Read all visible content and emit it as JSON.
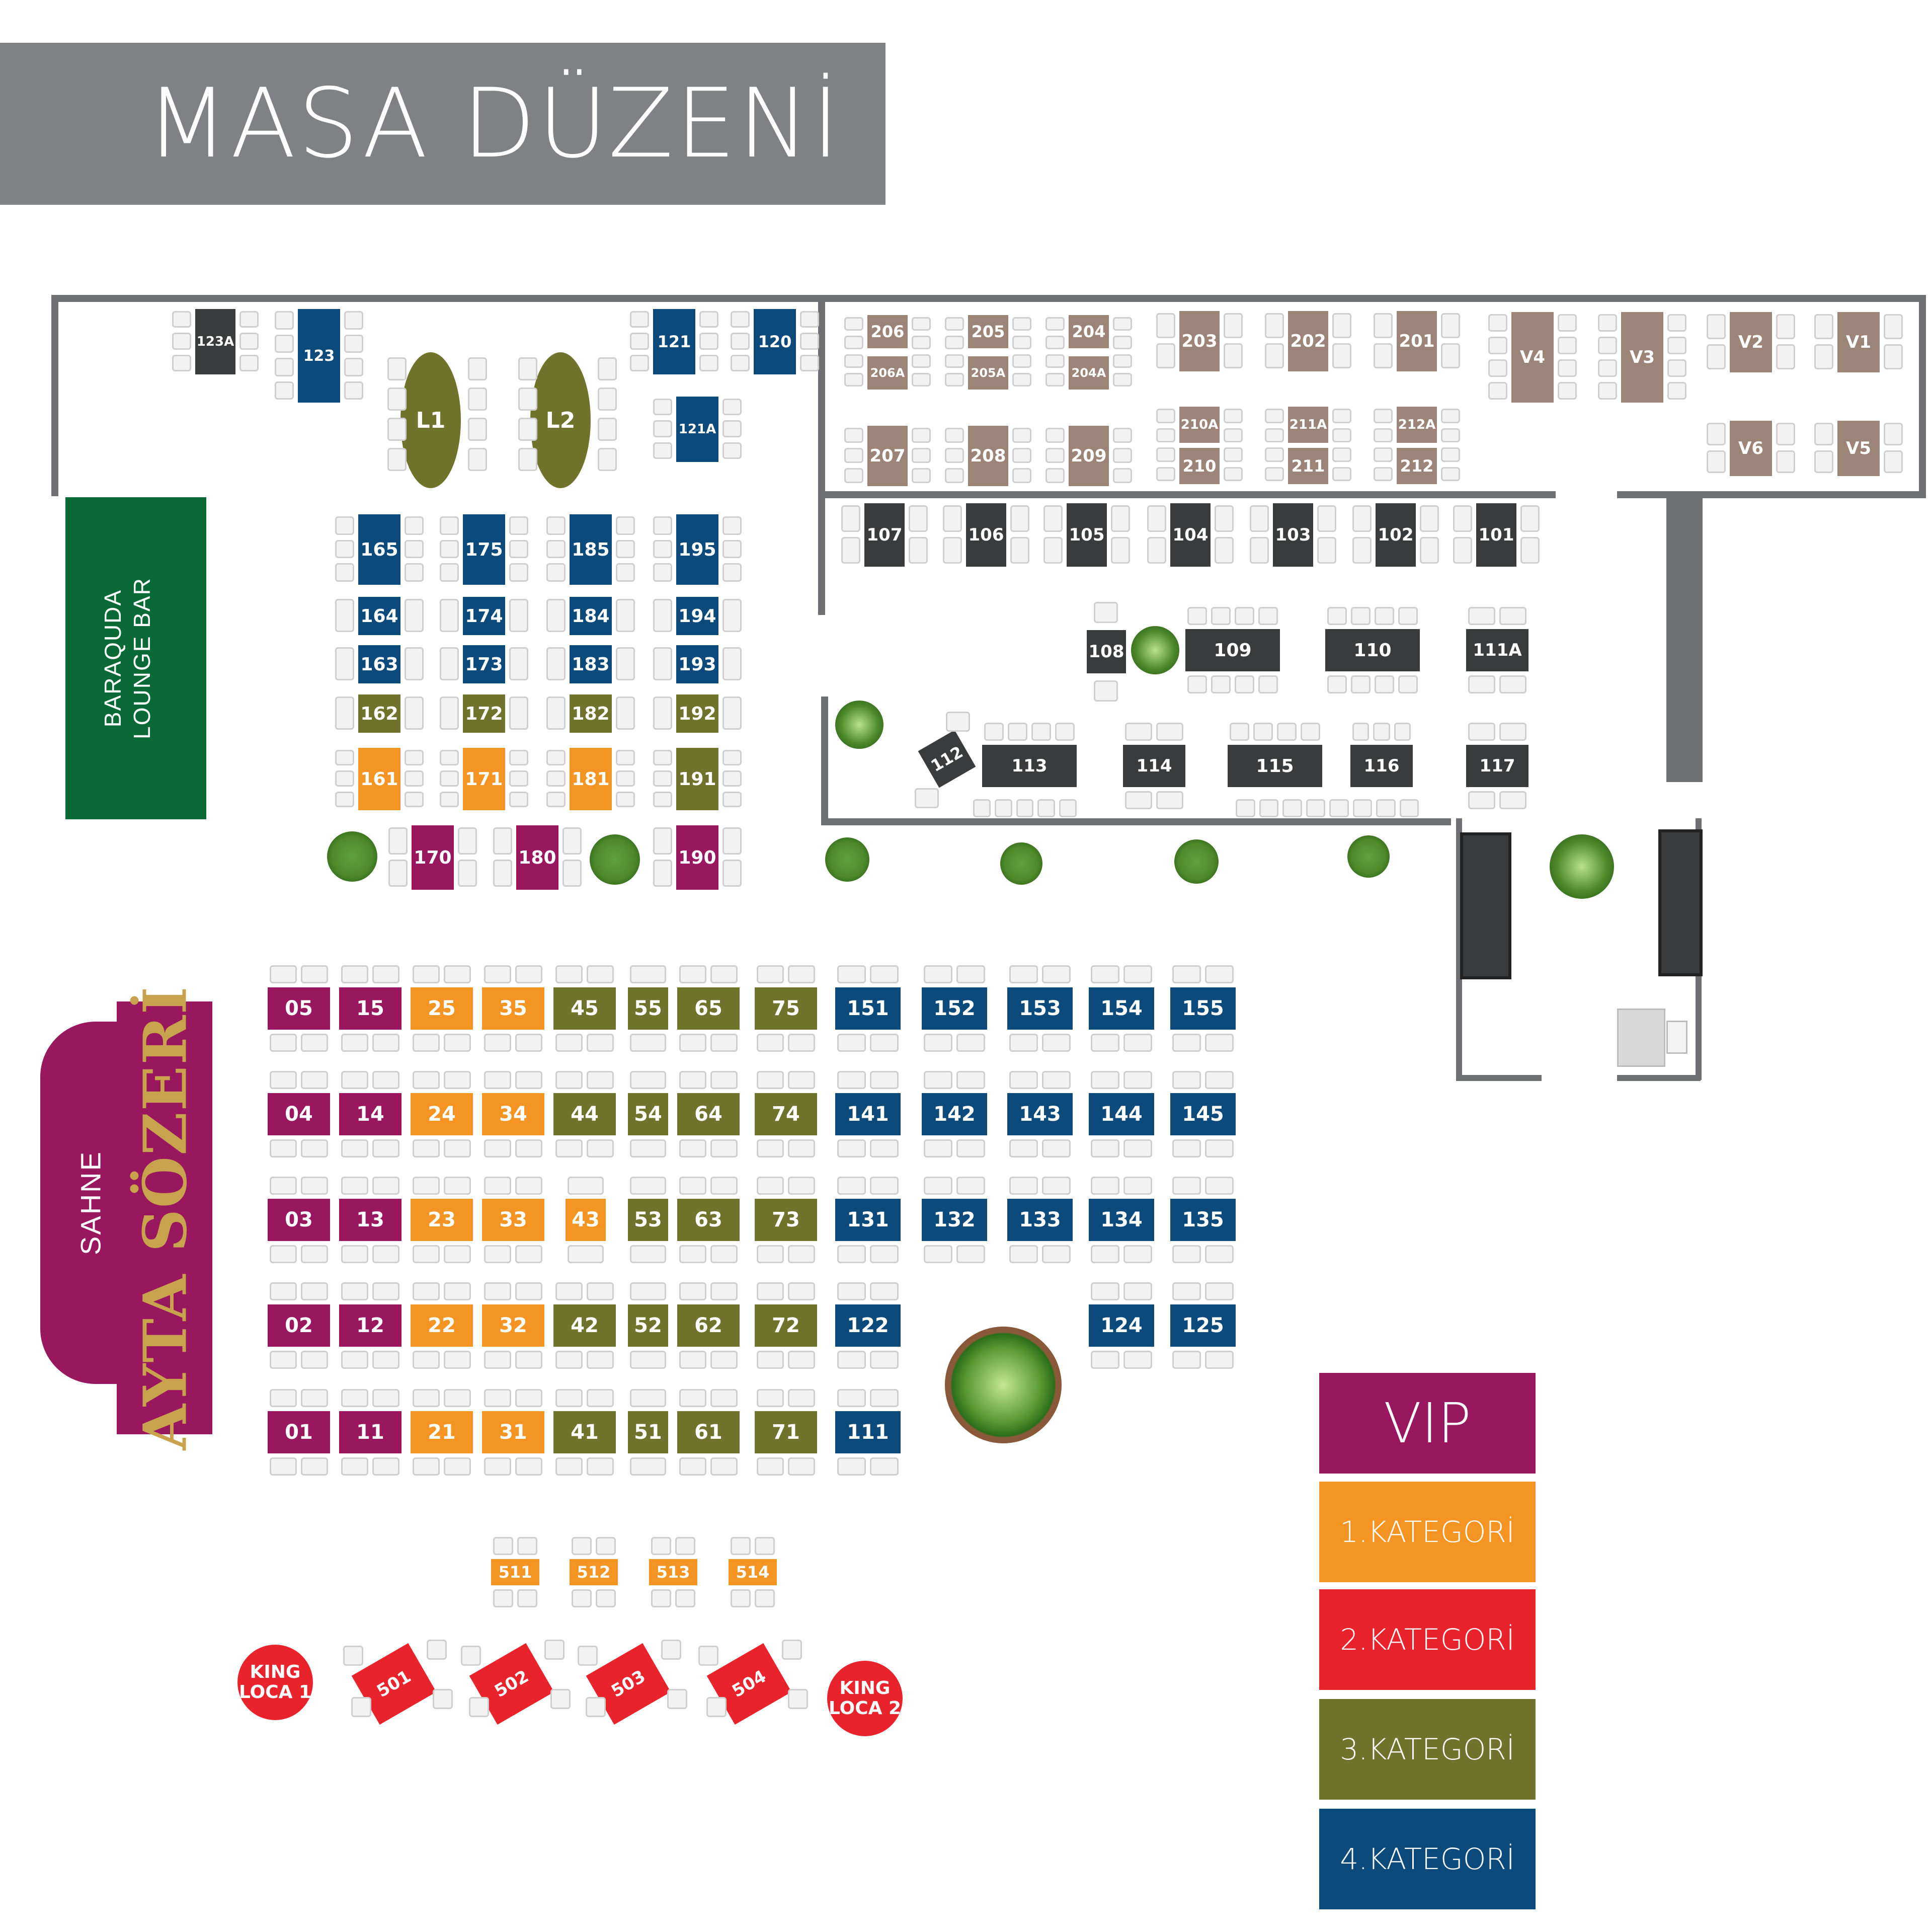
{
  "title": "MASA DÜZENİ",
  "bar": {
    "line1": "BARAQUDA",
    "line2": "LOUNGE BAR",
    "color": "#0a6a35"
  },
  "stage": {
    "label": "SAHNE",
    "performer": "AYTA SÖZERİ",
    "color": "#99175e"
  },
  "legend": [
    {
      "label": "VIP",
      "color": "#99175e"
    },
    {
      "label": "1.KATEGORİ",
      "color": "#f39423"
    },
    {
      "label": "2.KATEGORİ",
      "color": "#e8232b"
    },
    {
      "label": "3.KATEGORİ",
      "color": "#6f732b"
    },
    {
      "label": "4.KATEGORİ",
      "color": "#0c4a7c"
    }
  ],
  "king_loca": [
    {
      "line1": "KING",
      "line2": "LOCA 1"
    },
    {
      "line1": "KING",
      "line2": "LOCA 2"
    }
  ],
  "lounges": [
    "L1",
    "L2"
  ],
  "colors": {
    "vip": "#99175e",
    "cat1": "#f39423",
    "cat2": "#e8232b",
    "cat3": "#6f732b",
    "cat4": "#0c4a7c",
    "dark": "#3a3b3d",
    "taupe": "#9c8479",
    "wall": "#6f7073"
  },
  "tables": {
    "top_left": [
      "123A",
      "123",
      "121",
      "120",
      "121A"
    ],
    "upper_right_row1": [
      "206",
      "205",
      "204",
      "203",
      "202",
      "201",
      "V4",
      "V3",
      "V2",
      "V1"
    ],
    "upper_right_row1a": [
      "206A",
      "205A",
      "204A"
    ],
    "upper_right_row2": [
      "207",
      "208",
      "209",
      "210A",
      "210",
      "211A",
      "211",
      "212A",
      "212",
      "V6",
      "V5"
    ],
    "mid_right_row": [
      "107",
      "106",
      "105",
      "104",
      "103",
      "102",
      "101"
    ],
    "mid_right_inner": [
      "108",
      "109",
      "110",
      "111A",
      "112",
      "113",
      "114",
      "115",
      "116",
      "117"
    ],
    "center_grid": [
      [
        "165",
        "175",
        "185",
        "195"
      ],
      [
        "164",
        "174",
        "184",
        "194"
      ],
      [
        "163",
        "173",
        "183",
        "193"
      ],
      [
        "162",
        "172",
        "182",
        "192"
      ],
      [
        "161",
        "171",
        "181",
        "191"
      ],
      [
        "170",
        "180",
        "190"
      ]
    ],
    "main_rows": [
      [
        "05",
        "15",
        "25",
        "35",
        "45",
        "55",
        "65",
        "75",
        "151",
        "152",
        "153",
        "154",
        "155"
      ],
      [
        "04",
        "14",
        "24",
        "34",
        "44",
        "54",
        "64",
        "74",
        "141",
        "142",
        "143",
        "144",
        "145"
      ],
      [
        "03",
        "13",
        "23",
        "33",
        "43",
        "53",
        "63",
        "73",
        "131",
        "132",
        "133",
        "134",
        "135"
      ],
      [
        "02",
        "12",
        "22",
        "32",
        "42",
        "52",
        "62",
        "72",
        "122",
        "124",
        "125"
      ],
      [
        "01",
        "11",
        "21",
        "31",
        "41",
        "51",
        "61",
        "71",
        "111"
      ]
    ],
    "front_row": [
      "511",
      "512",
      "513",
      "514"
    ],
    "king_row": [
      "501",
      "502",
      "503",
      "504"
    ]
  }
}
